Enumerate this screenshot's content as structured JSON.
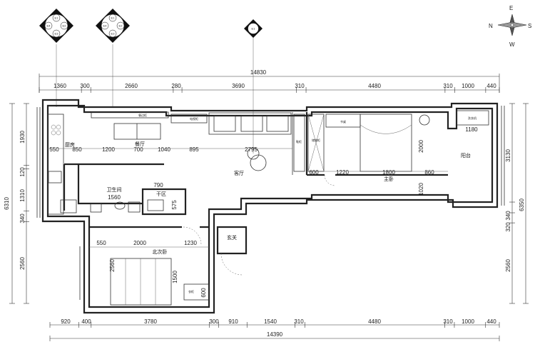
{
  "dims": {
    "top_total": "14830",
    "top": [
      "1360",
      "300",
      "2660",
      "280",
      "3690",
      "310",
      "4480",
      "310",
      "1000",
      "440"
    ],
    "bottom_total": "14390",
    "bottom": [
      "920",
      "400",
      "3780",
      "300",
      "910",
      "1540",
      "310",
      "4480",
      "310",
      "1000",
      "440"
    ],
    "left_total": "6310",
    "left": [
      "1930",
      "120",
      "1310",
      "340",
      "2560"
    ],
    "right_total": "6350",
    "right": [
      "3130",
      "340",
      "320",
      "2560"
    ],
    "interior": {
      "kitchen_w": "550",
      "kitchen_w2": "850",
      "dining_w": "1200",
      "dining_t1": "700",
      "dining_t2": "1040",
      "living_w1": "895",
      "living_w2": "2795",
      "bath_w": "1560",
      "dry_w": "790",
      "dry_h": "575",
      "bed_w1": "600",
      "bed_w2": "1220",
      "bed_w3": "1800",
      "bed_w4": "860",
      "bed_h1": "2000",
      "bed_h2": "1020",
      "balcony_w": "1180",
      "north_w1": "550",
      "north_w2": "2000",
      "north_w3": "1230",
      "north_h1": "2560",
      "north_h2": "1500",
      "north_h3": "600"
    }
  },
  "rooms": {
    "kitchen": "厨房",
    "dining": "餐厅",
    "living": "客厅",
    "bathroom": "卫生间",
    "dry_zone": "干区",
    "master_bed": "主卧",
    "balcony": "阳台",
    "entry": "玄关",
    "north_bed": "北次卧"
  },
  "small_labels": {
    "tv_cab": "电视柜",
    "shoe_cab": "鞋柜",
    "wardrobe": "衣柜",
    "wardrobe2": "储物柜",
    "washer": "洗衣机",
    "dining_cab": "餐边柜",
    "desk": "书桌",
    "closet_north": "衣柜"
  },
  "markers": {
    "m1": [
      "E1",
      "E2",
      "E3",
      "E4"
    ],
    "m2": [
      "E1",
      "E2",
      "E3",
      "E4"
    ],
    "m3": "E1"
  },
  "compass": {
    "n": "N",
    "e": "E",
    "s": "S",
    "w": "W"
  }
}
